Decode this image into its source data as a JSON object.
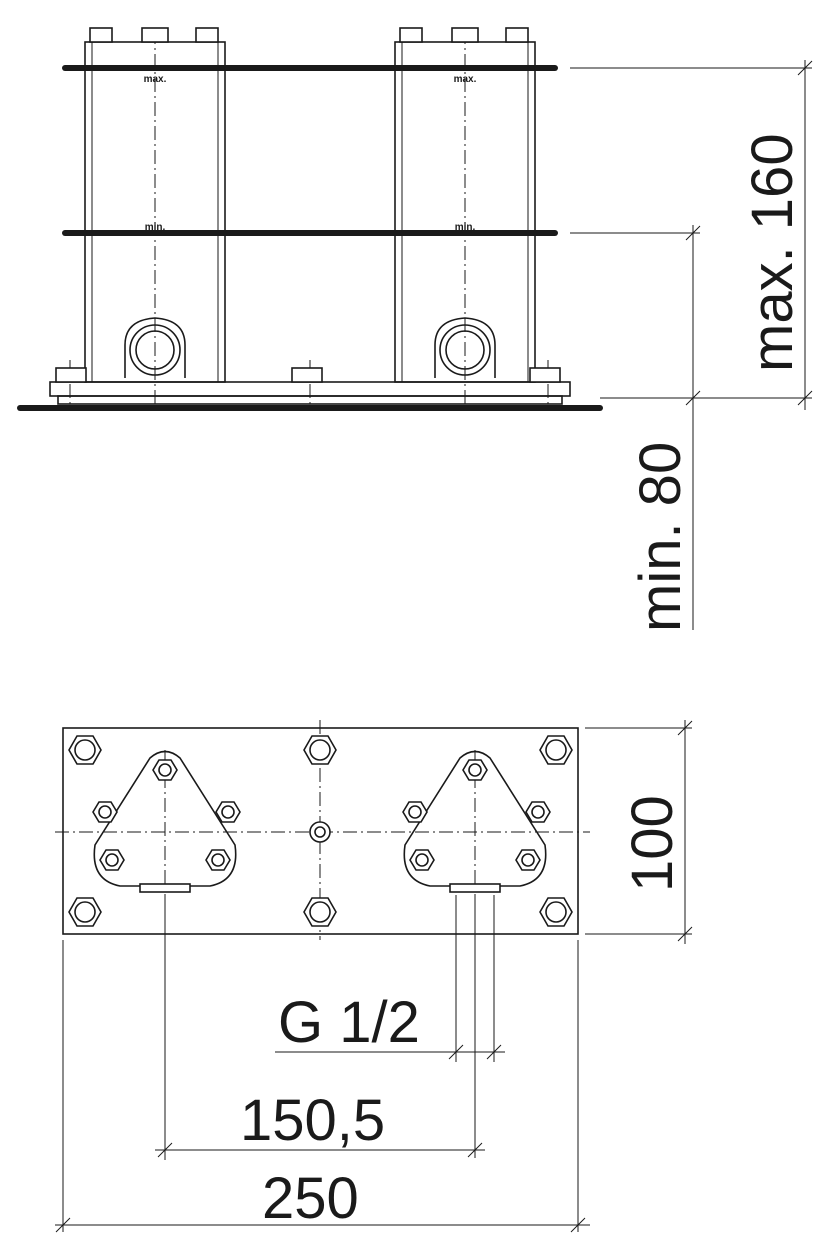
{
  "side_view": {
    "marker_max": "max.",
    "marker_min": "min.",
    "dim_max": "max. 160",
    "dim_min": "min. 80"
  },
  "top_view": {
    "dim_height": "100",
    "dim_thread": "G 1/2",
    "dim_spacing": "150,5",
    "dim_width": "250"
  }
}
